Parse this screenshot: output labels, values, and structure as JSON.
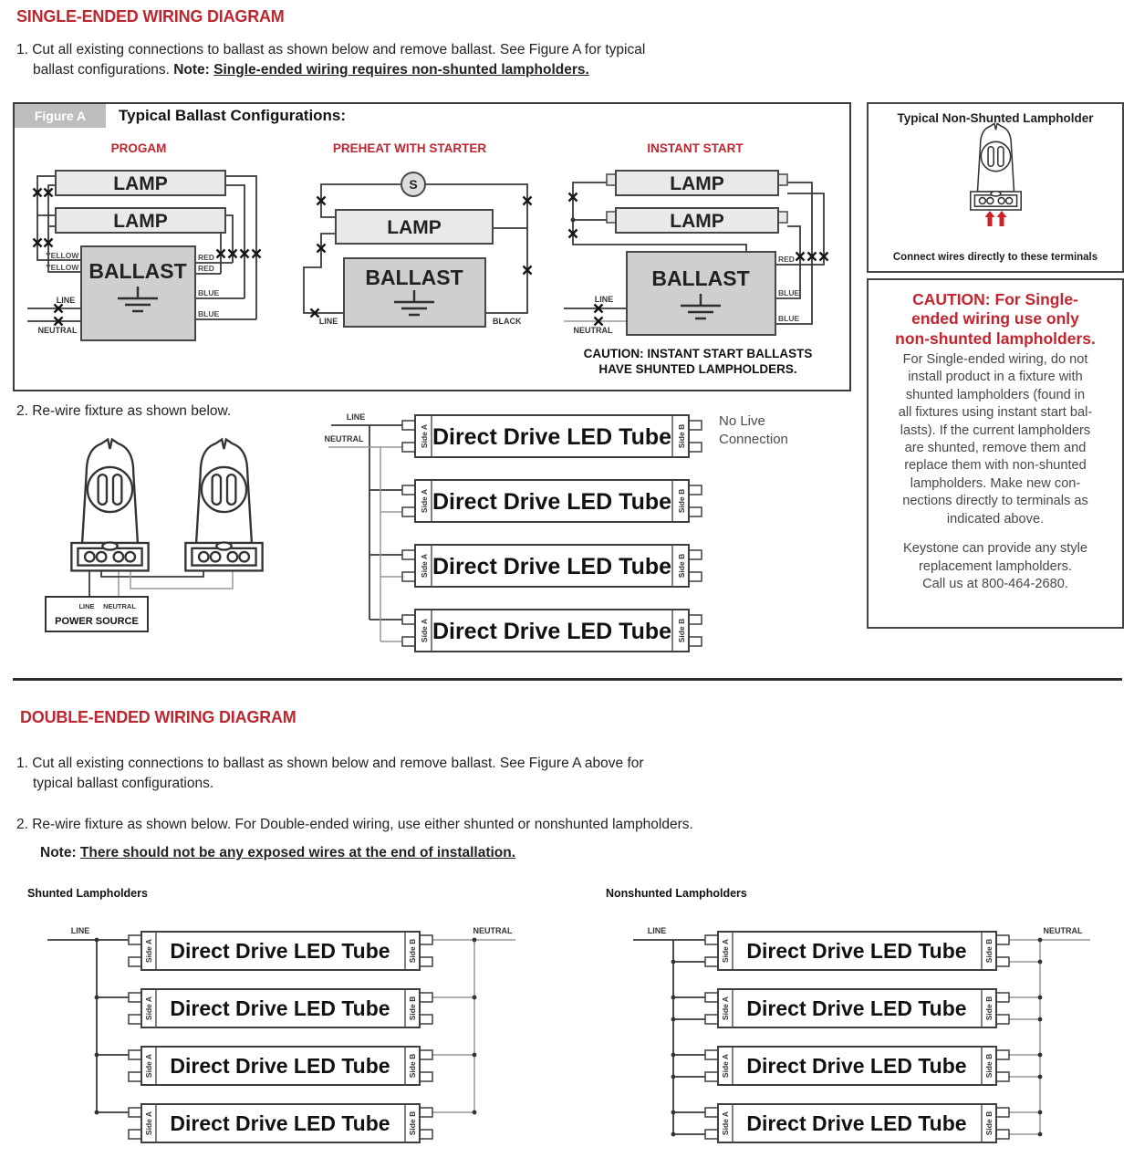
{
  "colors": {
    "heading_red": "#bc2730",
    "caution_red": "#c3242e",
    "wire_black": "#3a3a3a",
    "wire_neutral_gray": "#999999",
    "lamp_fill": "#e9e9e9",
    "ballast_fill": "#cfcfcf",
    "chip_gray": "#bdbdbd"
  },
  "single": {
    "heading": "SINGLE-ENDED WIRING DIAGRAM",
    "step1_l1": "1. Cut all existing connections to ballast as shown below and remove ballast. See Figure A for typical",
    "step1_l2": "ballast configurations. ",
    "note_label": "Note: ",
    "note": "Single-ended wiring requires non-shunted lampholders.",
    "step2": "2. Re-wire fixture as shown below."
  },
  "figure": {
    "chip": "Figure A",
    "title": "Typical Ballast Configurations:"
  },
  "progam": {
    "title": "PROGAM",
    "lamp": "LAMP",
    "ballast": "BALLAST",
    "yellow": "YELLOW",
    "red": "RED",
    "blue": "BLUE",
    "line": "LINE",
    "neutral": "NEUTRAL"
  },
  "preheat": {
    "title": "PREHEAT WITH STARTER",
    "s": "S",
    "lamp": "LAMP",
    "ballast": "BALLAST",
    "line": "LINE",
    "black": "BLACK"
  },
  "instant": {
    "title": "INSTANT START",
    "lamp": "LAMP",
    "ballast": "BALLAST",
    "line": "LINE",
    "neutral": "NEUTRAL",
    "red": "RED",
    "blue": "BLUE",
    "caution1": "CAUTION: INSTANT START BALLASTS",
    "caution2": "HAVE SHUNTED LAMPHOLDERS."
  },
  "sidebar": {
    "title": "Typical Non-Shunted Lampholder",
    "caption": "Connect wires directly to these terminals",
    "caution_title": [
      "CAUTION: For Single-",
      "ended wiring use only",
      "non-shunted lampholders."
    ],
    "caution_body": [
      "For Single-ended wiring, do not",
      "install product in a fixture with",
      "shunted lampholders (found in",
      "all fixtures using instant start bal-",
      "lasts). If the current lampholders",
      "are shunted, remove them and",
      "replace them with non-shunted",
      "lampholders. Make new con-",
      "nections directly to terminals as",
      "indicated above."
    ],
    "caution_footer": [
      "Keystone can provide any style",
      "replacement lampholders.",
      "Call us at 800-464-2680."
    ]
  },
  "fixture": {
    "line": "LINE",
    "neutral": "NEUTRAL",
    "power_source": "POWER SOURCE"
  },
  "tube": {
    "label": "Direct Drive LED Tube",
    "side_a": "Side A",
    "side_b": "Side B"
  },
  "single_diagram": {
    "line": "LINE",
    "neutral": "NEUTRAL",
    "no_live": [
      "No Live",
      "Connection"
    ]
  },
  "double": {
    "heading": "DOUBLE-ENDED WIRING DIAGRAM",
    "step1_l1": "1. Cut all existing connections to ballast as shown below and remove ballast. See Figure A above for",
    "step1_l2": "typical ballast configurations.",
    "step2": "2. Re-wire fixture as shown below. For Double-ended wiring, use either shunted or nonshunted lampholders.",
    "note_label": "Note: ",
    "note": "There should not be any exposed wires at the end of installation.",
    "shunted": "Shunted Lampholders",
    "nonshunted": "Nonshunted Lampholders",
    "line": "LINE",
    "neutral": "NEUTRAL"
  }
}
